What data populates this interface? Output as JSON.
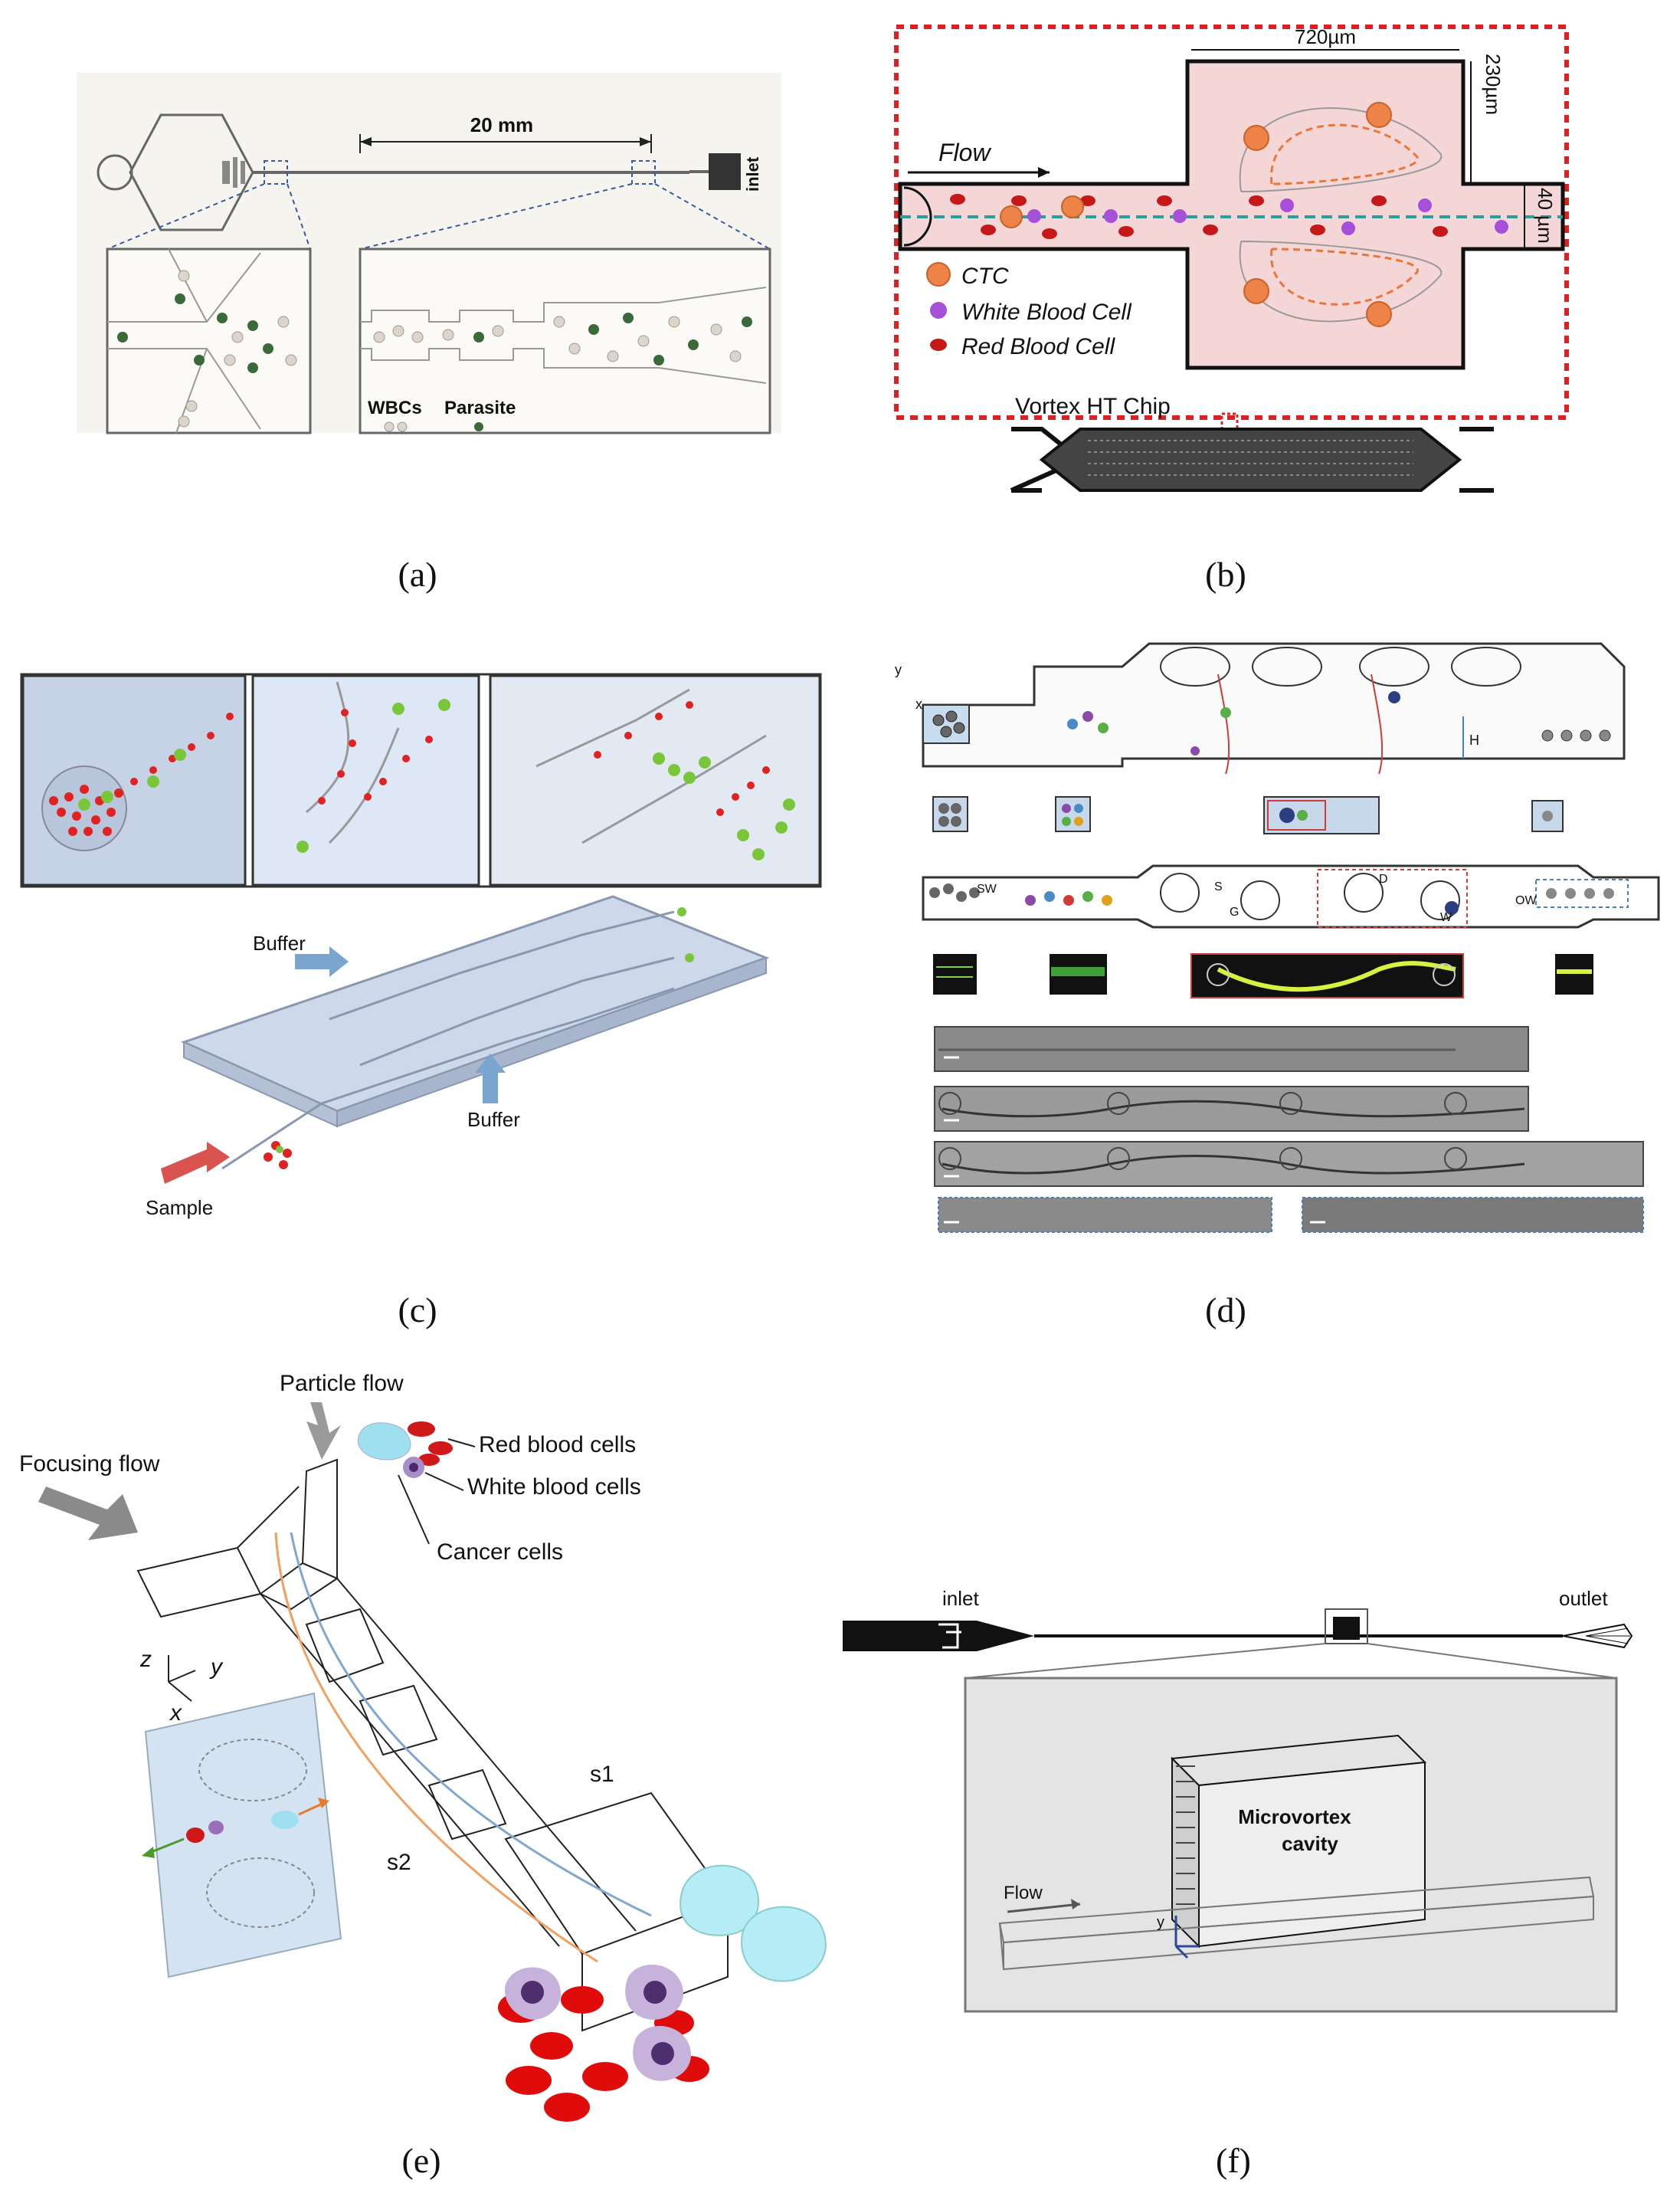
{
  "captions": {
    "a": "(a)",
    "b": "(b)",
    "c": "(c)",
    "d": "(d)",
    "e": "(e)",
    "f": "(f)"
  },
  "panel_a": {
    "length": "20 mm",
    "inlet": "inlet",
    "wbcs": "WBCs",
    "parasite": "Parasite"
  },
  "panel_b": {
    "flow": "Flow",
    "width": "720µm",
    "height": "230µm",
    "channel": "40 µm",
    "legend_ctc": "CTC",
    "legend_wbc": "White Blood Cell",
    "legend_rbc": "Red Blood Cell",
    "chip": "Vortex HT Chip"
  },
  "panel_c": {
    "buffer_top": "Buffer",
    "buffer_bottom": "Buffer",
    "sample": "Sample"
  },
  "panel_d": {
    "axis_top": "y",
    "axis_side": "x",
    "dim_h": "H",
    "dim_sw": "SW",
    "dim_s": "S",
    "dim_g": "G",
    "dim_d": "D",
    "dim_w": "W",
    "dim_ow": "OW"
  },
  "panel_e": {
    "particle_flow": "Particle flow",
    "focusing_flow": "Focusing flow",
    "rbc": "Red blood cells",
    "wbc": "White blood cells",
    "cancer": "Cancer cells",
    "s1": "s1",
    "s2": "s2",
    "ax_z": "z",
    "ax_y": "y",
    "ax_x": "x"
  },
  "panel_f": {
    "inlet": "inlet",
    "outlet": "outlet",
    "cavity_l1": "Microvortex",
    "cavity_l2": "cavity",
    "flow": "Flow",
    "ax_y": "y"
  },
  "colors": {
    "rbc": "#d01818",
    "wbc": "#9b3fd6",
    "ctc": "#e9763a",
    "chip_fill": "#f3d2d2",
    "dash": "#e02020",
    "blue_panel": "#dfe9f7"
  }
}
